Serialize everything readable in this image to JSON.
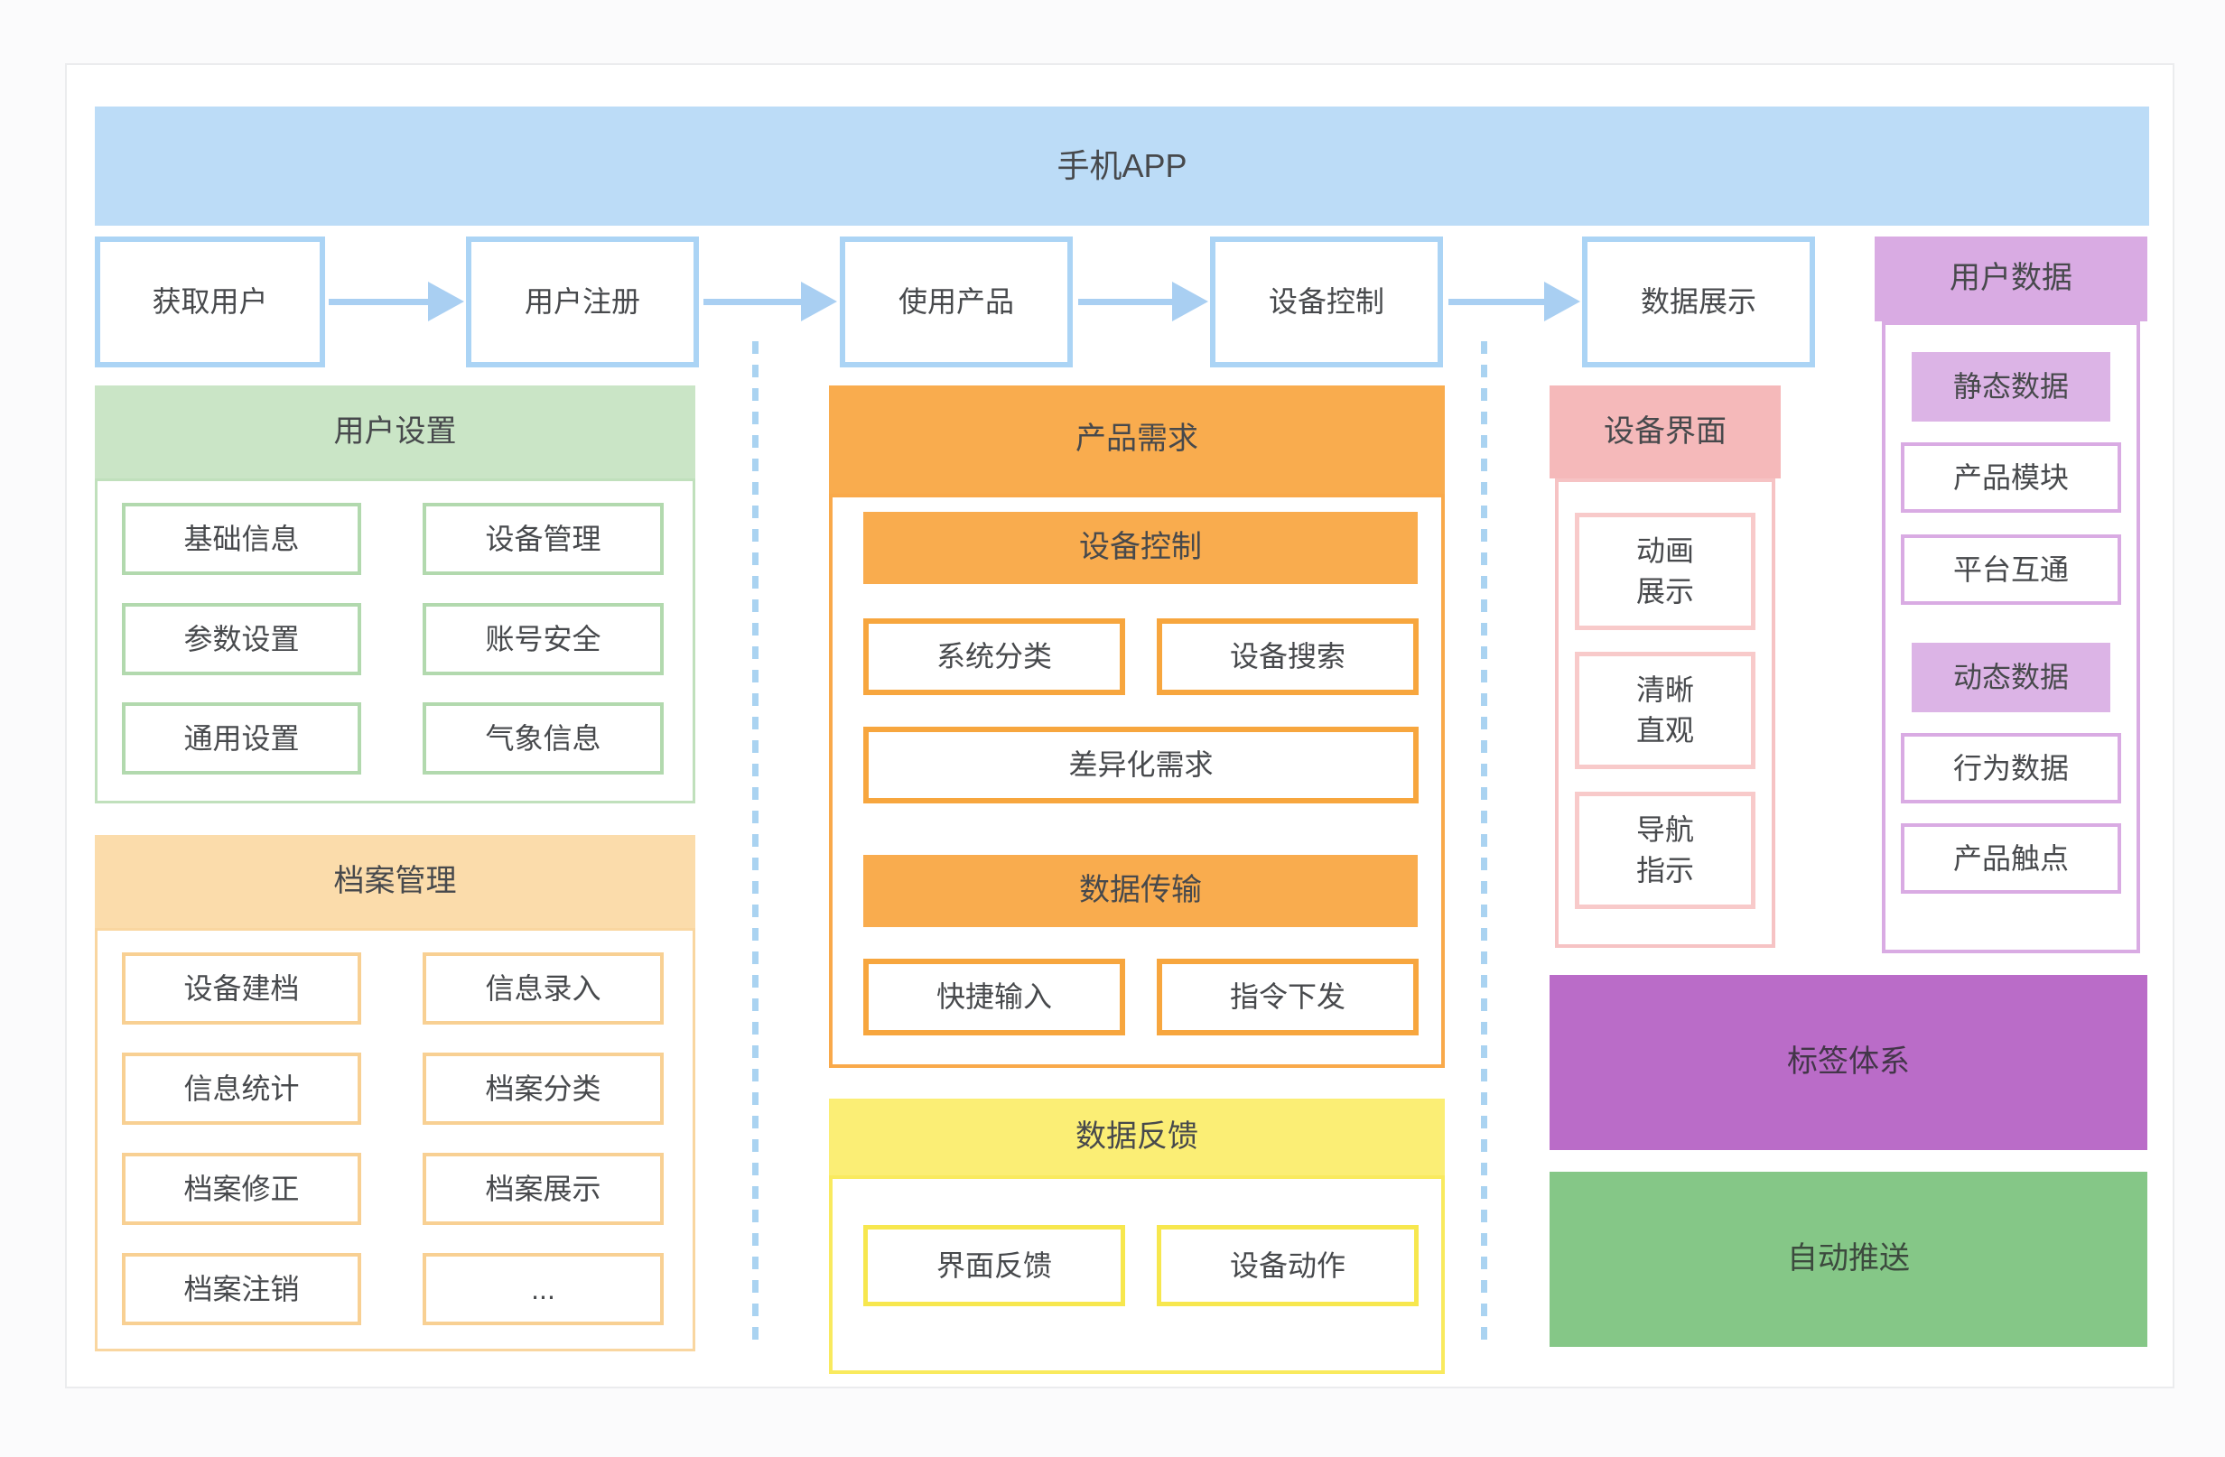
{
  "app": {
    "title": "手机APP"
  },
  "flow": {
    "steps": [
      "获取用户",
      "用户注册",
      "使用产品",
      "设备控制",
      "数据展示"
    ]
  },
  "sections": {
    "user_settings": {
      "title": "用户设置",
      "items": [
        "基础信息",
        "设备管理",
        "参数设置",
        "账号安全",
        "通用设置",
        "气象信息"
      ]
    },
    "archive_management": {
      "title": "档案管理",
      "items": [
        "设备建档",
        "信息录入",
        "信息统计",
        "档案分类",
        "档案修正",
        "档案展示",
        "档案注销",
        "..."
      ]
    },
    "product_requirements": {
      "title": "产品需求",
      "device_control": {
        "title": "设备控制",
        "items": [
          "系统分类",
          "设备搜索"
        ],
        "wide_item": "差异化需求"
      },
      "data_transmission": {
        "title": "数据传输",
        "items": [
          "快捷输入",
          "指令下发"
        ]
      }
    },
    "data_feedback": {
      "title": "数据反馈",
      "items": [
        "界面反馈",
        "设备动作"
      ]
    },
    "device_interface": {
      "title": "设备界面",
      "items": [
        "动画\n展示",
        "清晰\n直观",
        "导航\n指示"
      ]
    },
    "user_data": {
      "title": "用户数据",
      "groups": [
        {
          "header": "静态数据",
          "items": [
            "产品模块",
            "平台互通"
          ]
        },
        {
          "header": "动态数据",
          "items": [
            "行为数据",
            "产品触点"
          ]
        }
      ]
    },
    "tag_system": {
      "title": "标签体系"
    },
    "auto_push": {
      "title": "自动推送"
    }
  },
  "colors": {
    "banner_blue": "#bcdcf7",
    "flow_border_blue": "#abd4f5",
    "arrow_blue": "#a9cff2",
    "green_light": "#cae5c6",
    "orange_light": "#fbdcab",
    "orange_strong": "#f9ac4e",
    "yellow": "#fbee75",
    "pink": "#f5b9ba",
    "purple_light": "#d9abe3",
    "purple_strong": "#ba6cc8",
    "green_strong": "#85c787",
    "text": "#47494c"
  }
}
